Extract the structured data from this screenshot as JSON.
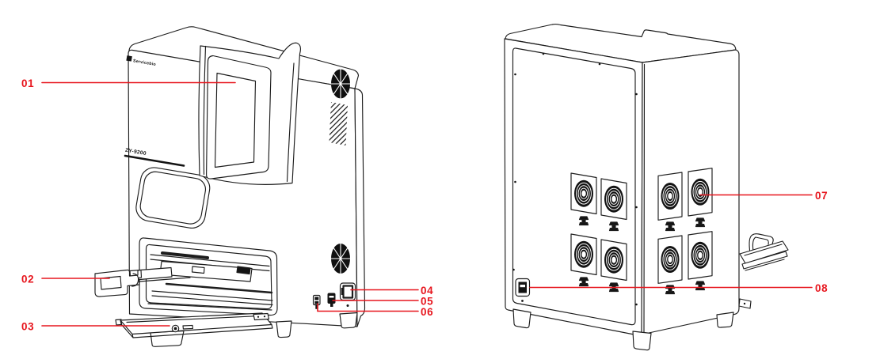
{
  "colors": {
    "accent_red": "#e7161e",
    "line": "#1d1d1d",
    "background": "#ffffff"
  },
  "device": {
    "logo_text": "Servicebio",
    "model": "ZY-9200"
  },
  "callouts": [
    {
      "label": "01"
    },
    {
      "label": "02"
    },
    {
      "label": "03"
    },
    {
      "label": "04"
    },
    {
      "label": "05"
    },
    {
      "label": "06"
    },
    {
      "label": "07"
    },
    {
      "label": "08"
    }
  ]
}
